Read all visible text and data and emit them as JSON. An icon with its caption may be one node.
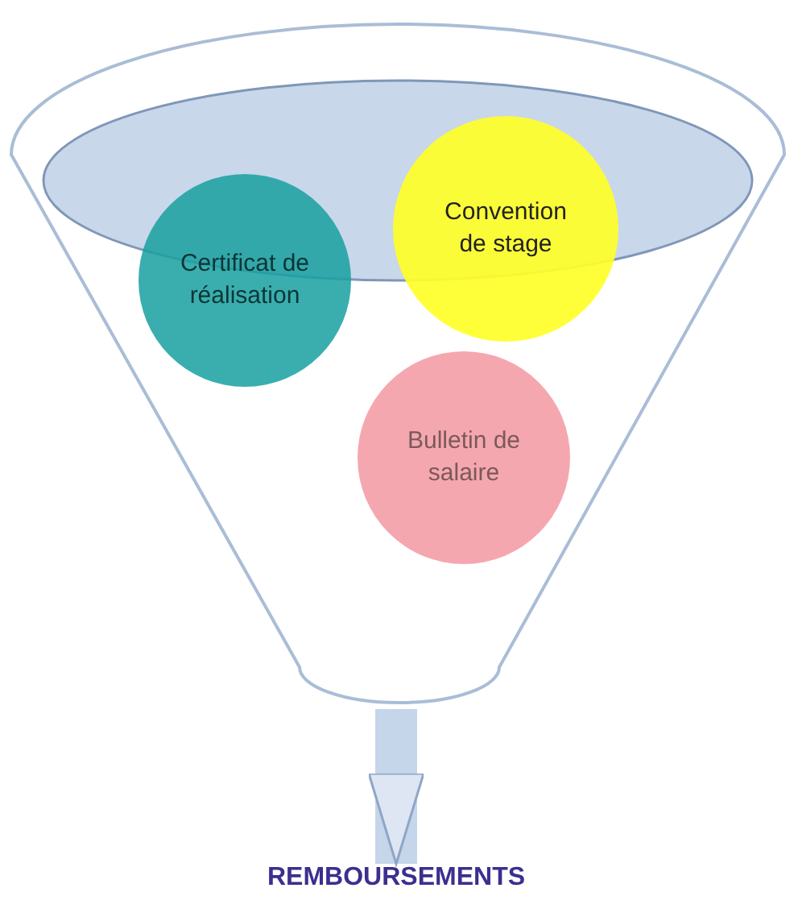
{
  "diagram": {
    "nodes": [
      {
        "text": [],
        "shape": "funnel"
      },
      {
        "text": [
          "Certificat de réalisation"
        ],
        "in": 0
      },
      {
        "text": [
          "Convention de stage"
        ],
        "in": 0
      },
      {
        "text": [
          "Bulletin de salaire"
        ],
        "in": 0
      },
      {
        "text": [
          "REMBOURSEMENTS"
        ]
      }
    ],
    "edges": [
      {
        "from": 0,
        "to": 4,
        "arrow": "to"
      }
    ]
  }
}
